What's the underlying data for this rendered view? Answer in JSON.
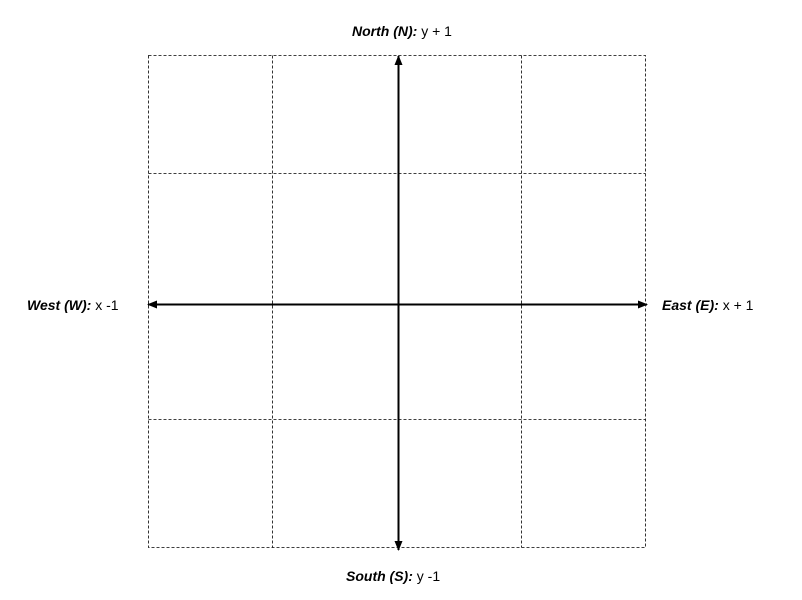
{
  "directions": {
    "north": {
      "name": "North (N):",
      "formula": "y + 1"
    },
    "south": {
      "name": "South (S):",
      "formula": "y -1"
    },
    "west": {
      "name": "West (W):",
      "formula": "x -1"
    },
    "east": {
      "name": "East (E):",
      "formula": "x + 1"
    }
  },
  "colors": {
    "grid_line": "#000000",
    "arrow": "#000000",
    "background": "#ffffff"
  }
}
